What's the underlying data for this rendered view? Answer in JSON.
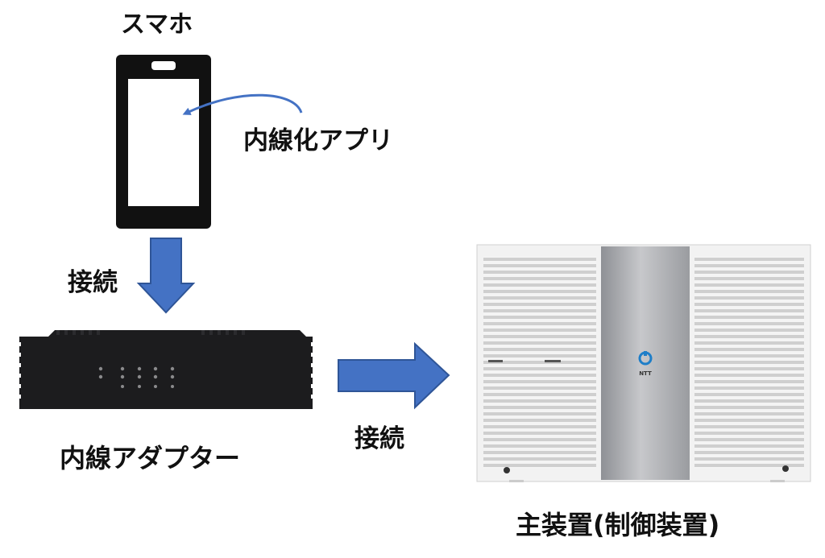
{
  "labels": {
    "smartphone": "スマホ",
    "extension_app": "内線化アプリ",
    "connection_1": "接続",
    "connection_2": "接続",
    "extension_adapter": "内線アダプター",
    "main_unit": "主装置(制御装置)"
  },
  "device_logo": "NTT",
  "colors": {
    "arrow": "#4472c4",
    "arrow_border": "#2f5597",
    "phone_frame": "#111111",
    "adapter_body": "#1c1c1e",
    "main_unit_body": "#f2f2f2",
    "main_unit_panel": "#a7a9ad",
    "logo_blue": "#1e7ec8"
  }
}
